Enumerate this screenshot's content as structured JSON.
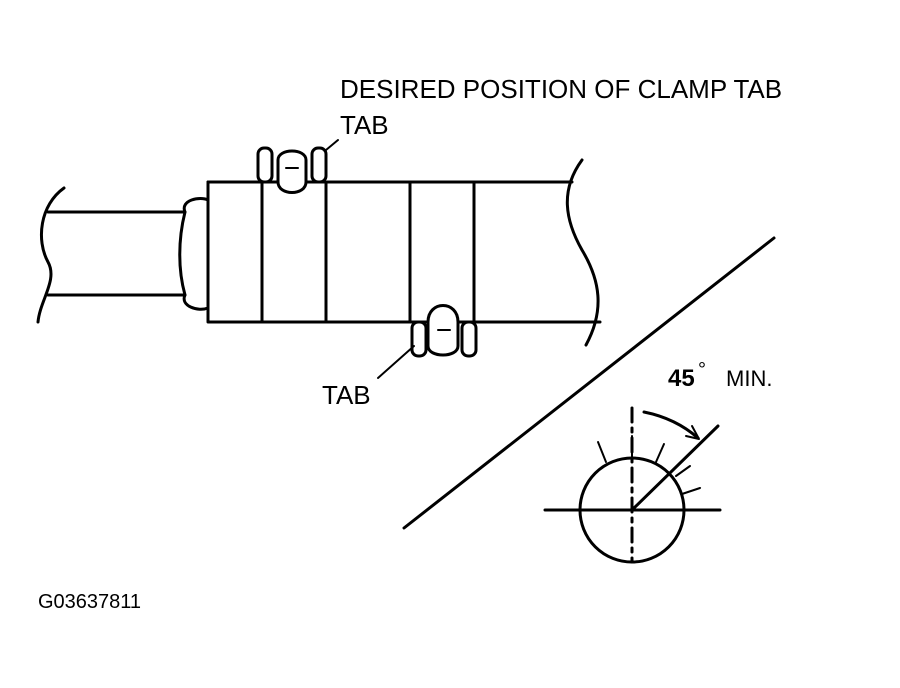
{
  "diagram": {
    "title_label": "DESIRED POSITION OF CLAMP TAB",
    "upper_tab_label": "TAB",
    "lower_tab_label": "TAB",
    "angle_value": "45",
    "angle_degree_symbol": "°",
    "angle_suffix": "MIN.",
    "figure_id": "G03637811"
  }
}
